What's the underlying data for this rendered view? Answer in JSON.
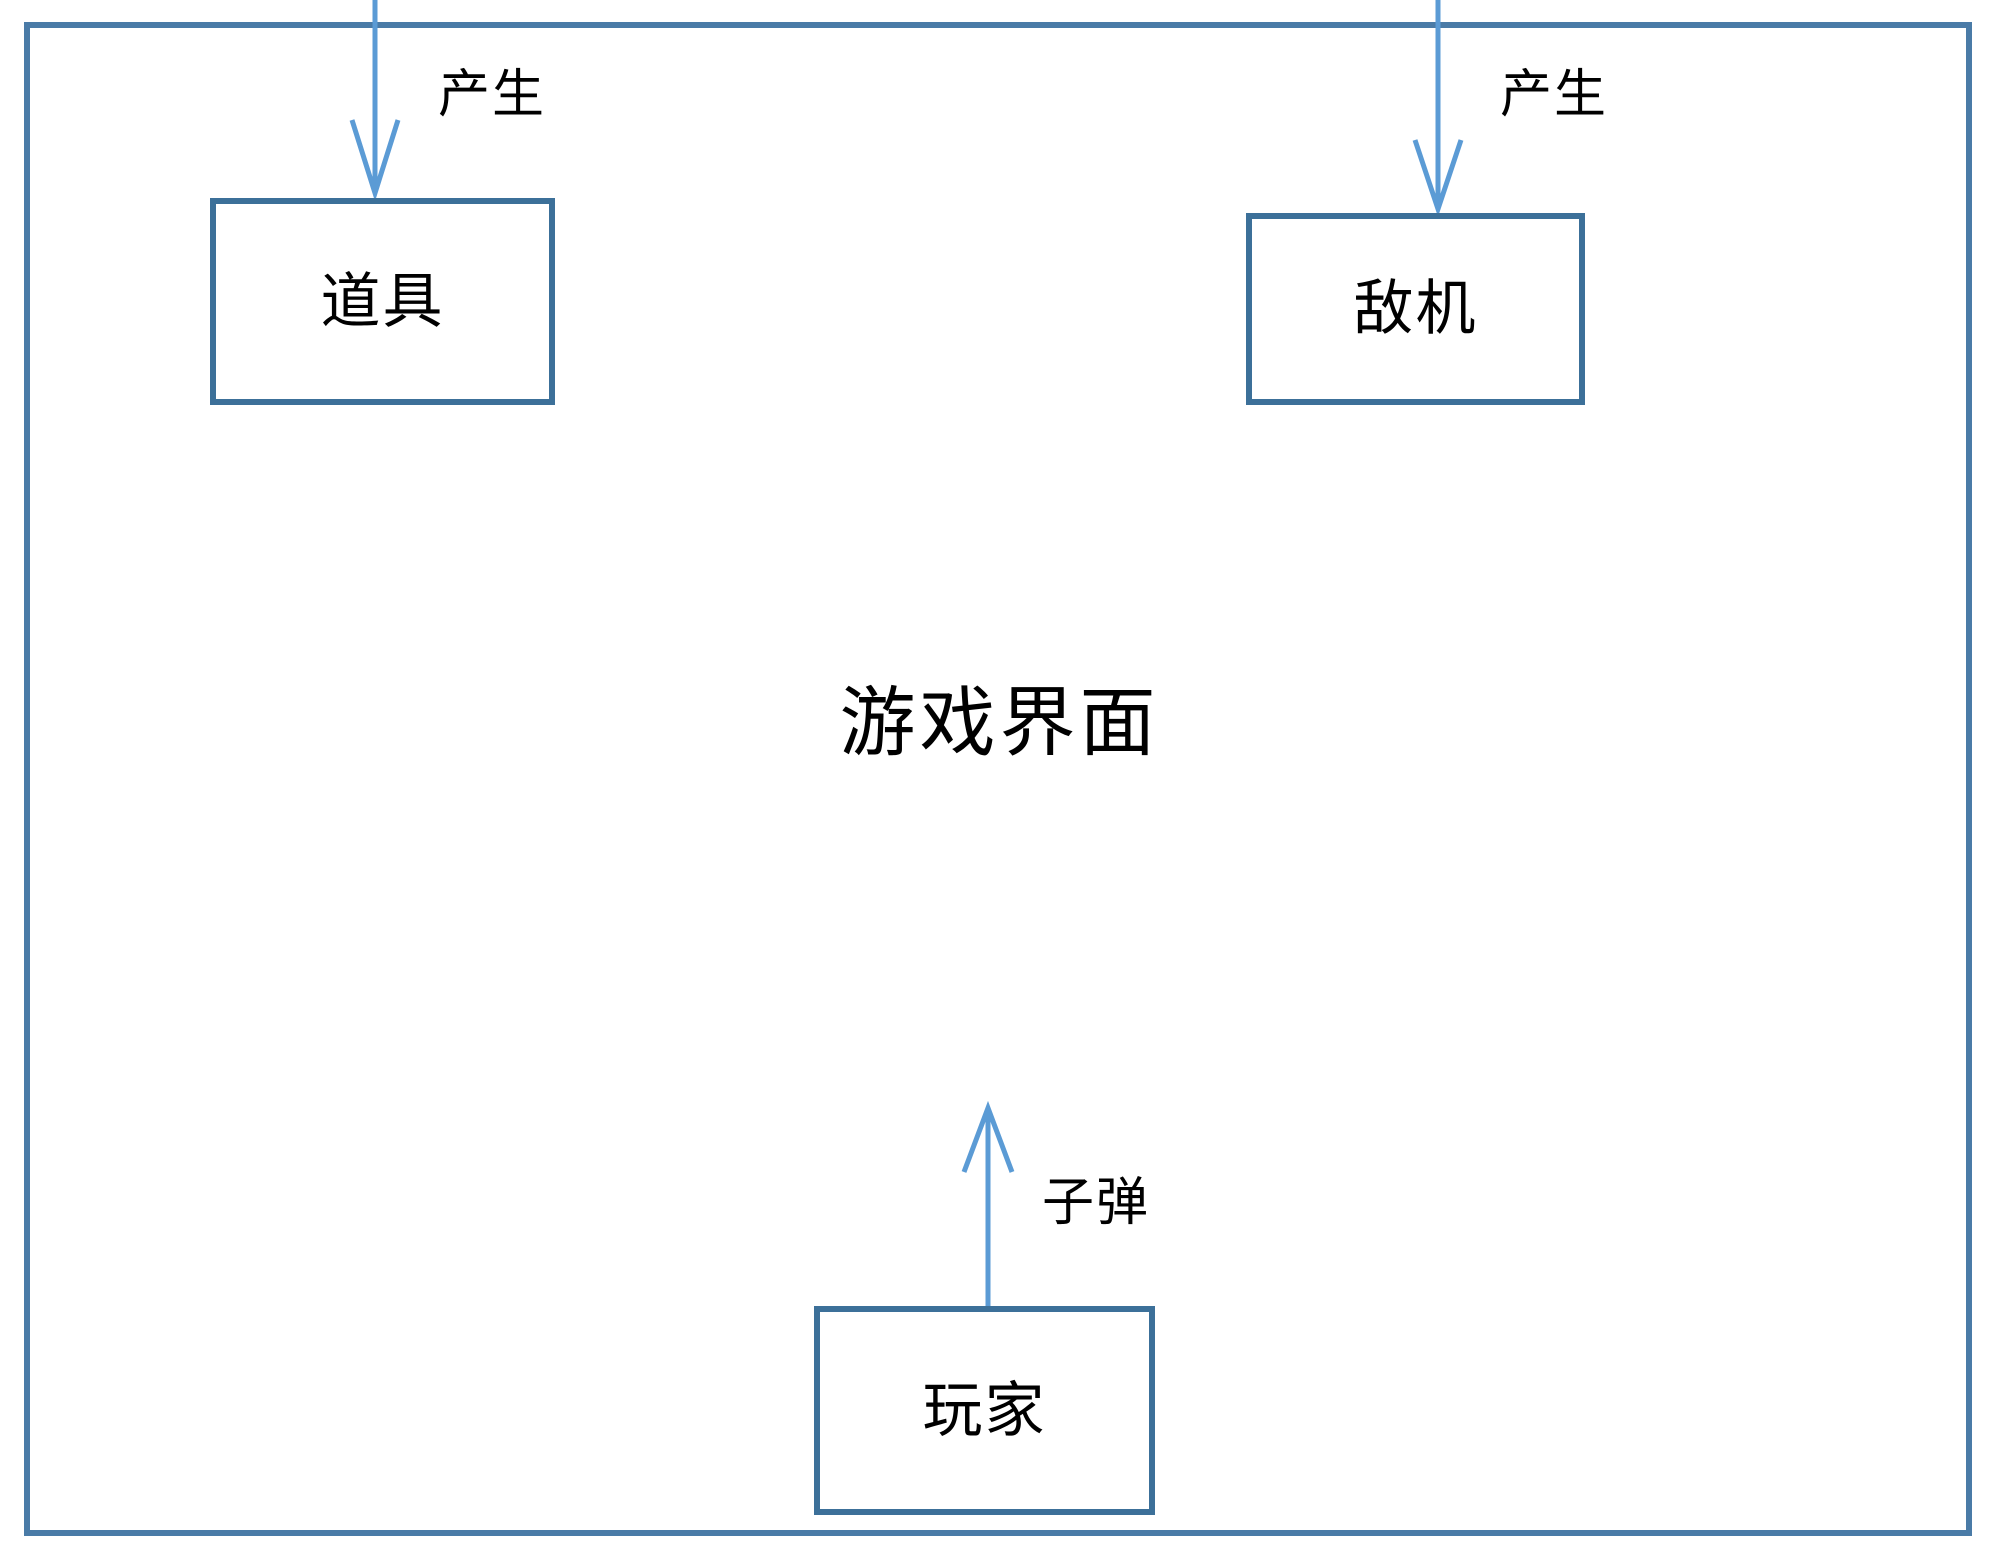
{
  "diagram": {
    "title": "游戏界面",
    "frame": {
      "name": "game-interface-frame",
      "border_color": "#4a7ba7"
    },
    "box_border_color": "#3c7099",
    "arrow_color": "#5b9bd5",
    "text_color": "#000000",
    "nodes": [
      {
        "id": "item",
        "label": "道具"
      },
      {
        "id": "enemy",
        "label": "敌机"
      },
      {
        "id": "player",
        "label": "玩家"
      }
    ],
    "edges": [
      {
        "id": "spawn-item",
        "label": "产生",
        "from": "game-interface",
        "to": "item",
        "direction": "down"
      },
      {
        "id": "spawn-enemy",
        "label": "产生",
        "from": "game-interface",
        "to": "enemy",
        "direction": "down"
      },
      {
        "id": "bullet",
        "label": "子弹",
        "from": "player",
        "to": "game-interface",
        "direction": "up"
      }
    ]
  }
}
